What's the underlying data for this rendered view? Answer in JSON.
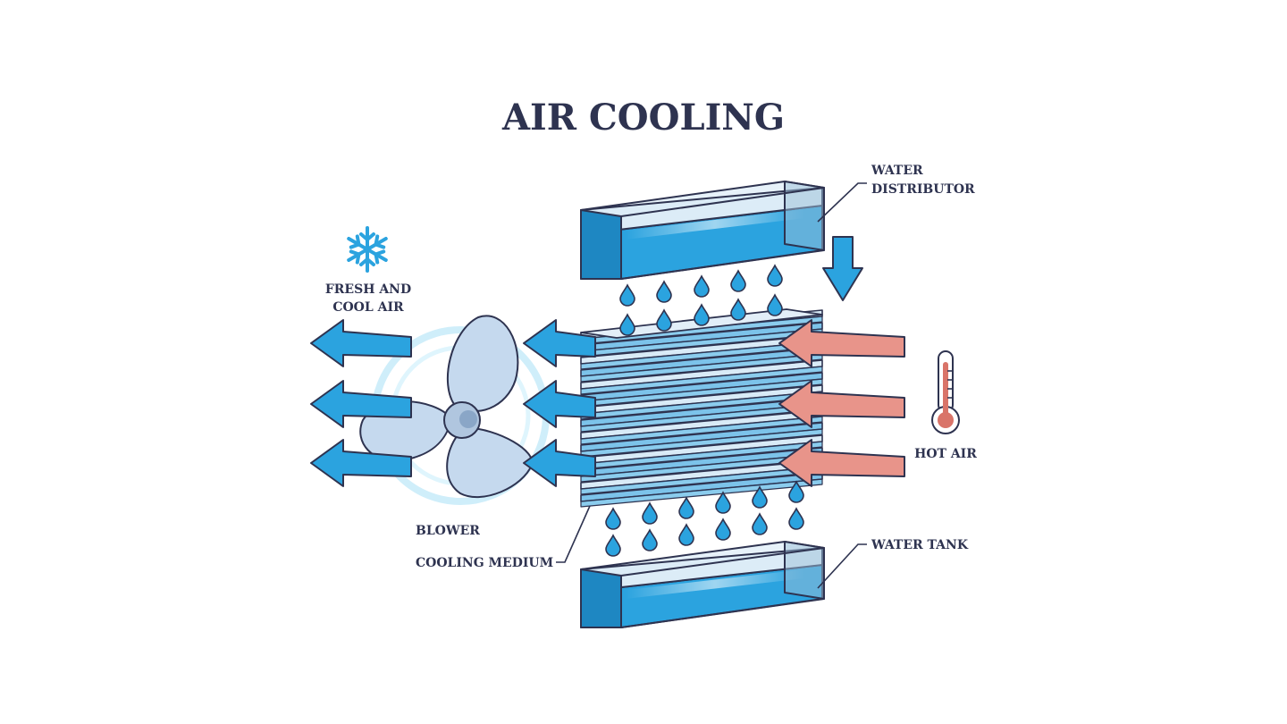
{
  "title": "AIR COOLING",
  "labels": {
    "water_distributor": [
      "WATER",
      "DISTRIBUTOR"
    ],
    "fresh_cool_air": [
      "FRESH AND",
      "COOL AIR"
    ],
    "hot_air": "HOT AIR",
    "blower": "BLOWER",
    "cooling_medium": "COOLING MEDIUM",
    "water_tank": "WATER TANK"
  },
  "icons": {
    "snowflake": "snowflake-icon",
    "thermometer": "thermometer-icon",
    "fan": "fan-icon",
    "water_drop": "water-drop-icon"
  },
  "colors": {
    "title": "#2e3350",
    "outline": "#2e3350",
    "water": "#2ba3df",
    "cool_arrow": "#2ba3df",
    "hot_arrow": "#e8948a",
    "medium_plate": "#7cc3ea",
    "fan_blade": "#c5d9ee",
    "halo": "#cfeefa",
    "thermometer_red": "#d97469"
  }
}
